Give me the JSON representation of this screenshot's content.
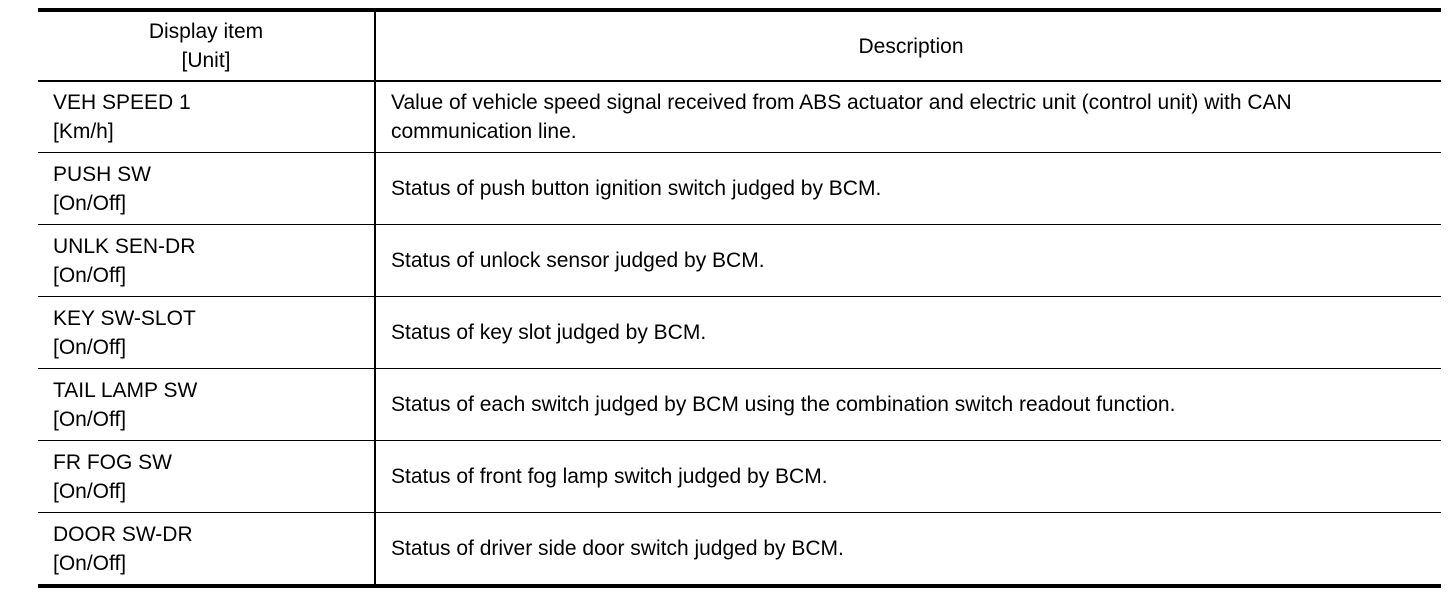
{
  "table": {
    "header": {
      "item_line1": "Display item",
      "item_line2": "[Unit]",
      "description": "Description"
    },
    "rows": [
      {
        "item": "VEH SPEED 1",
        "unit": "[Km/h]",
        "description": "Value of vehicle speed signal received from ABS actuator and electric unit (control unit) with CAN communication line."
      },
      {
        "item": "PUSH SW",
        "unit": "[On/Off]",
        "description": "Status of push button ignition switch judged by BCM."
      },
      {
        "item": "UNLK SEN-DR",
        "unit": "[On/Off]",
        "description": "Status of unlock sensor judged by BCM."
      },
      {
        "item": "KEY SW-SLOT",
        "unit": "[On/Off]",
        "description": "Status of key slot judged by BCM."
      },
      {
        "item": "TAIL LAMP SW",
        "unit": "[On/Off]",
        "description": "Status of each switch judged by BCM using the combination switch readout function."
      },
      {
        "item": "FR FOG SW",
        "unit": "[On/Off]",
        "description": "Status of front fog lamp switch judged by BCM."
      },
      {
        "item": "DOOR SW-DR",
        "unit": "[On/Off]",
        "description": "Status of driver side door switch judged by BCM."
      }
    ]
  }
}
